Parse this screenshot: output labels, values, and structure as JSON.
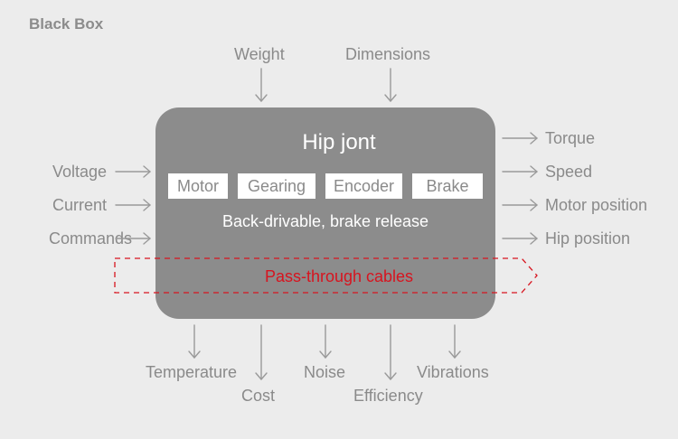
{
  "title": "Black Box",
  "box": {
    "title": "Hip jont",
    "components": [
      "Motor",
      "Gearing",
      "Encoder",
      "Brake"
    ],
    "subtitle": "Back-drivable, brake release"
  },
  "top_inputs": [
    "Weight",
    "Dimensions"
  ],
  "left_inputs": [
    "Voltage",
    "Current",
    "Commands"
  ],
  "right_outputs": [
    "Torque",
    "Speed",
    "Motor position",
    "Hip position"
  ],
  "bottom_outputs": [
    "Temperature",
    "Cost",
    "Noise",
    "Efficiency",
    "Vibrations"
  ],
  "pass_through": "Pass-through cables",
  "colors": {
    "background": "#ececec",
    "box": "#8c8c8c",
    "text": "#8a8a8a",
    "arrow": "#9a9a9a",
    "accent": "#d7141f"
  }
}
